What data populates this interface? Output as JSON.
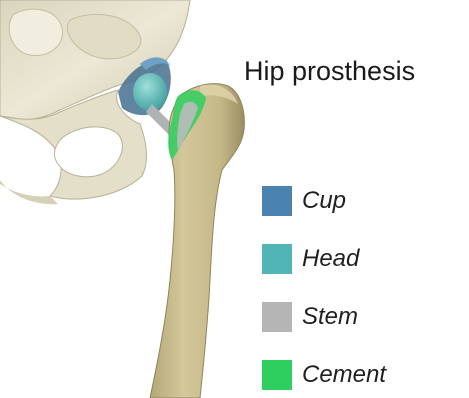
{
  "title": "Hip prosthesis",
  "legend": [
    {
      "label": "Cup",
      "color": "#4a82b0"
    },
    {
      "label": "Head",
      "color": "#52b5b5"
    },
    {
      "label": "Stem",
      "color": "#b5b5b5"
    },
    {
      "label": "Cement",
      "color": "#2fcf5f"
    }
  ],
  "colors": {
    "bone": "#e7e2cc",
    "bone_shadow": "#c9c3aa",
    "femur": "#c8bc8e",
    "femur_shadow": "#9e9168",
    "background": "#ffffff"
  }
}
